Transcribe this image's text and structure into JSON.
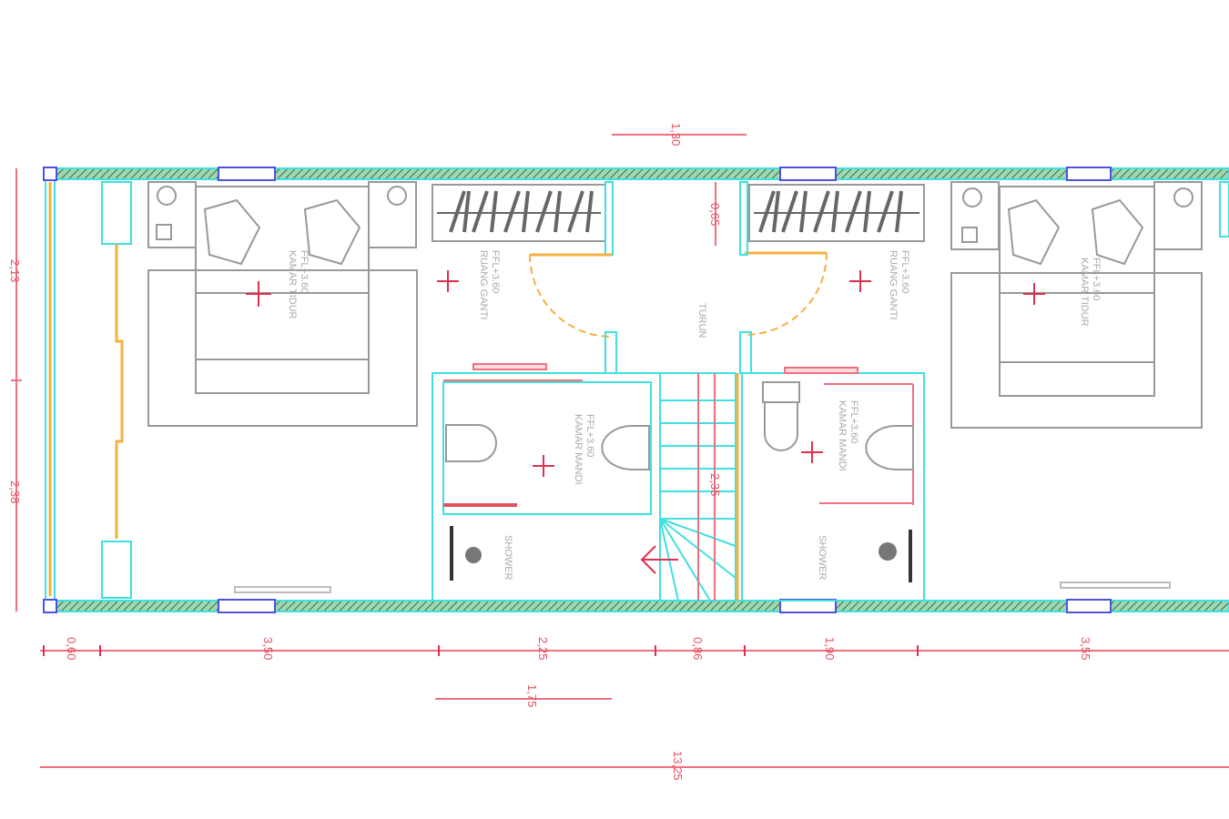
{
  "plan": {
    "rooms": {
      "bedroom_left": {
        "name": "KAMAR TIDUR",
        "level": "FFL+3.60"
      },
      "closet_left": {
        "name": "RUANG GANTI",
        "level": "FFL+3.60"
      },
      "bath_left": {
        "name": "KAMAR MANDI",
        "level": "FFL+3.60"
      },
      "closet_right": {
        "name": "RUANG GANTI",
        "level": "FFL+3.60"
      },
      "bath_right": {
        "name": "KAMAR MANDI",
        "level": "FFL+3.60"
      },
      "bedroom_right": {
        "name": "KAMAR TIDUR",
        "level": "FFL+3.60"
      },
      "stair": "TURUN",
      "shower_left": "SHOWER",
      "shower_right": "SHOWER"
    },
    "dimensions": {
      "top": "1,30",
      "left_upper": "2,13",
      "left_lower": "2,38",
      "corridor": "0,65",
      "stair": "2,35",
      "bottom": [
        "0,60",
        "3,50",
        "2,25",
        "0,86",
        "1,90",
        "3,55"
      ],
      "bottom_sub": "1,75",
      "total": "13,25"
    },
    "colors": {
      "wall": "#40e0e0",
      "dimension": "#f07080",
      "door": "#f5b040",
      "window": "#5050e0"
    }
  }
}
